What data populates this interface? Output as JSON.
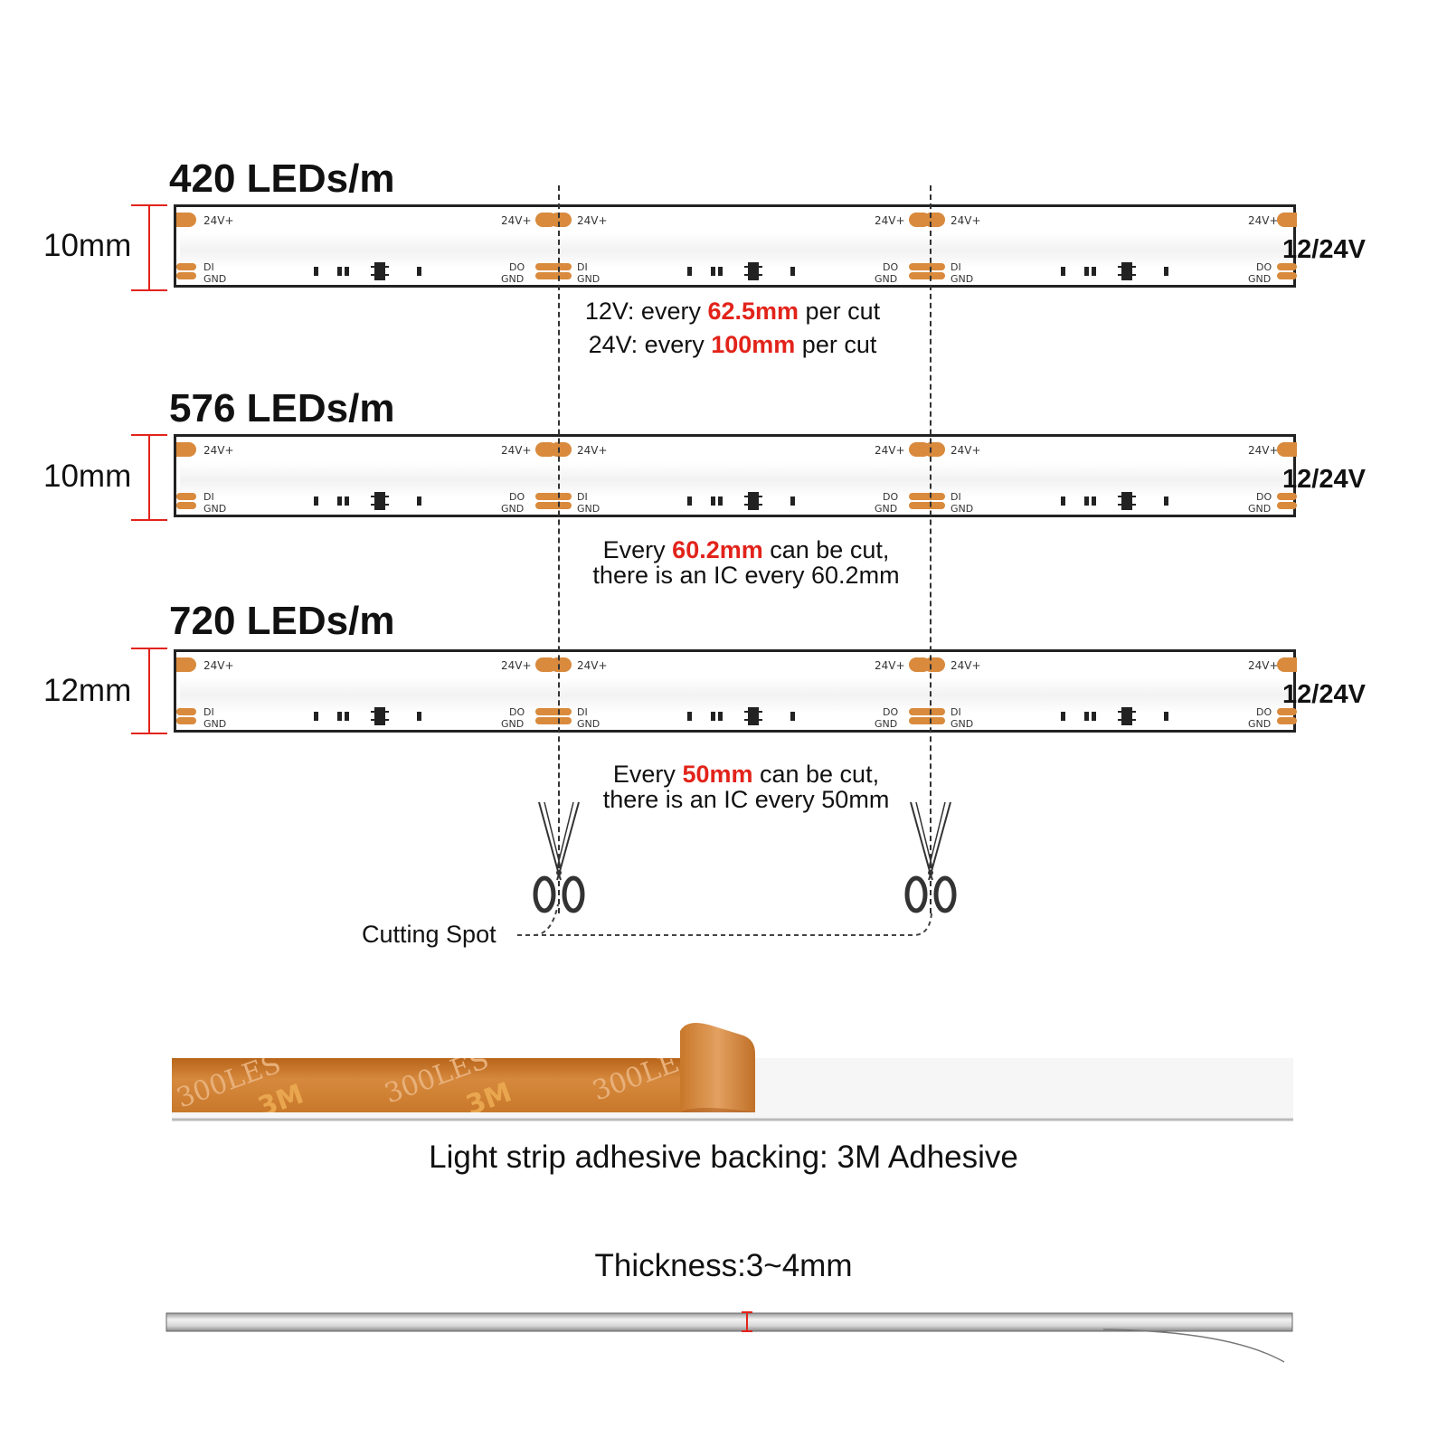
{
  "strips": [
    {
      "title": "420 LEDs/m",
      "width": "10mm",
      "voltage": "12/24V"
    },
    {
      "title": "576 LEDs/m",
      "width": "10mm",
      "voltage": "12/24V"
    },
    {
      "title": "720 LEDs/m",
      "width": "12mm",
      "voltage": "12/24V"
    }
  ],
  "pad_labels": {
    "v": "24V+",
    "di": "DI",
    "do": "DO",
    "gnd": "GND"
  },
  "notes": {
    "n1_a_pre": "12V: every ",
    "n1_a_hl": "62.5mm",
    "n1_a_post": " per cut",
    "n1_b_pre": "24V: every ",
    "n1_b_hl": "100mm",
    "n1_b_post": " per cut",
    "n2_a_pre": "Every ",
    "n2_a_hl": "60.2mm",
    "n2_a_post": " can be cut,",
    "n2_b": "there is an IC every 60.2mm",
    "n3_a_pre": "Every ",
    "n3_a_hl": "50mm",
    "n3_a_post": " can be cut,",
    "n3_b": "there is an IC every 50mm"
  },
  "cutting_spot": "Cutting Spot",
  "adhesive": {
    "caption": "Light strip adhesive backing: 3M Adhesive",
    "print_a": "300LES",
    "print_b": "3M"
  },
  "thickness": "Thickness:3~4mm",
  "colors": {
    "pad": "#d98a3c",
    "highlight": "#e2231a",
    "tape": "#c8782a"
  }
}
